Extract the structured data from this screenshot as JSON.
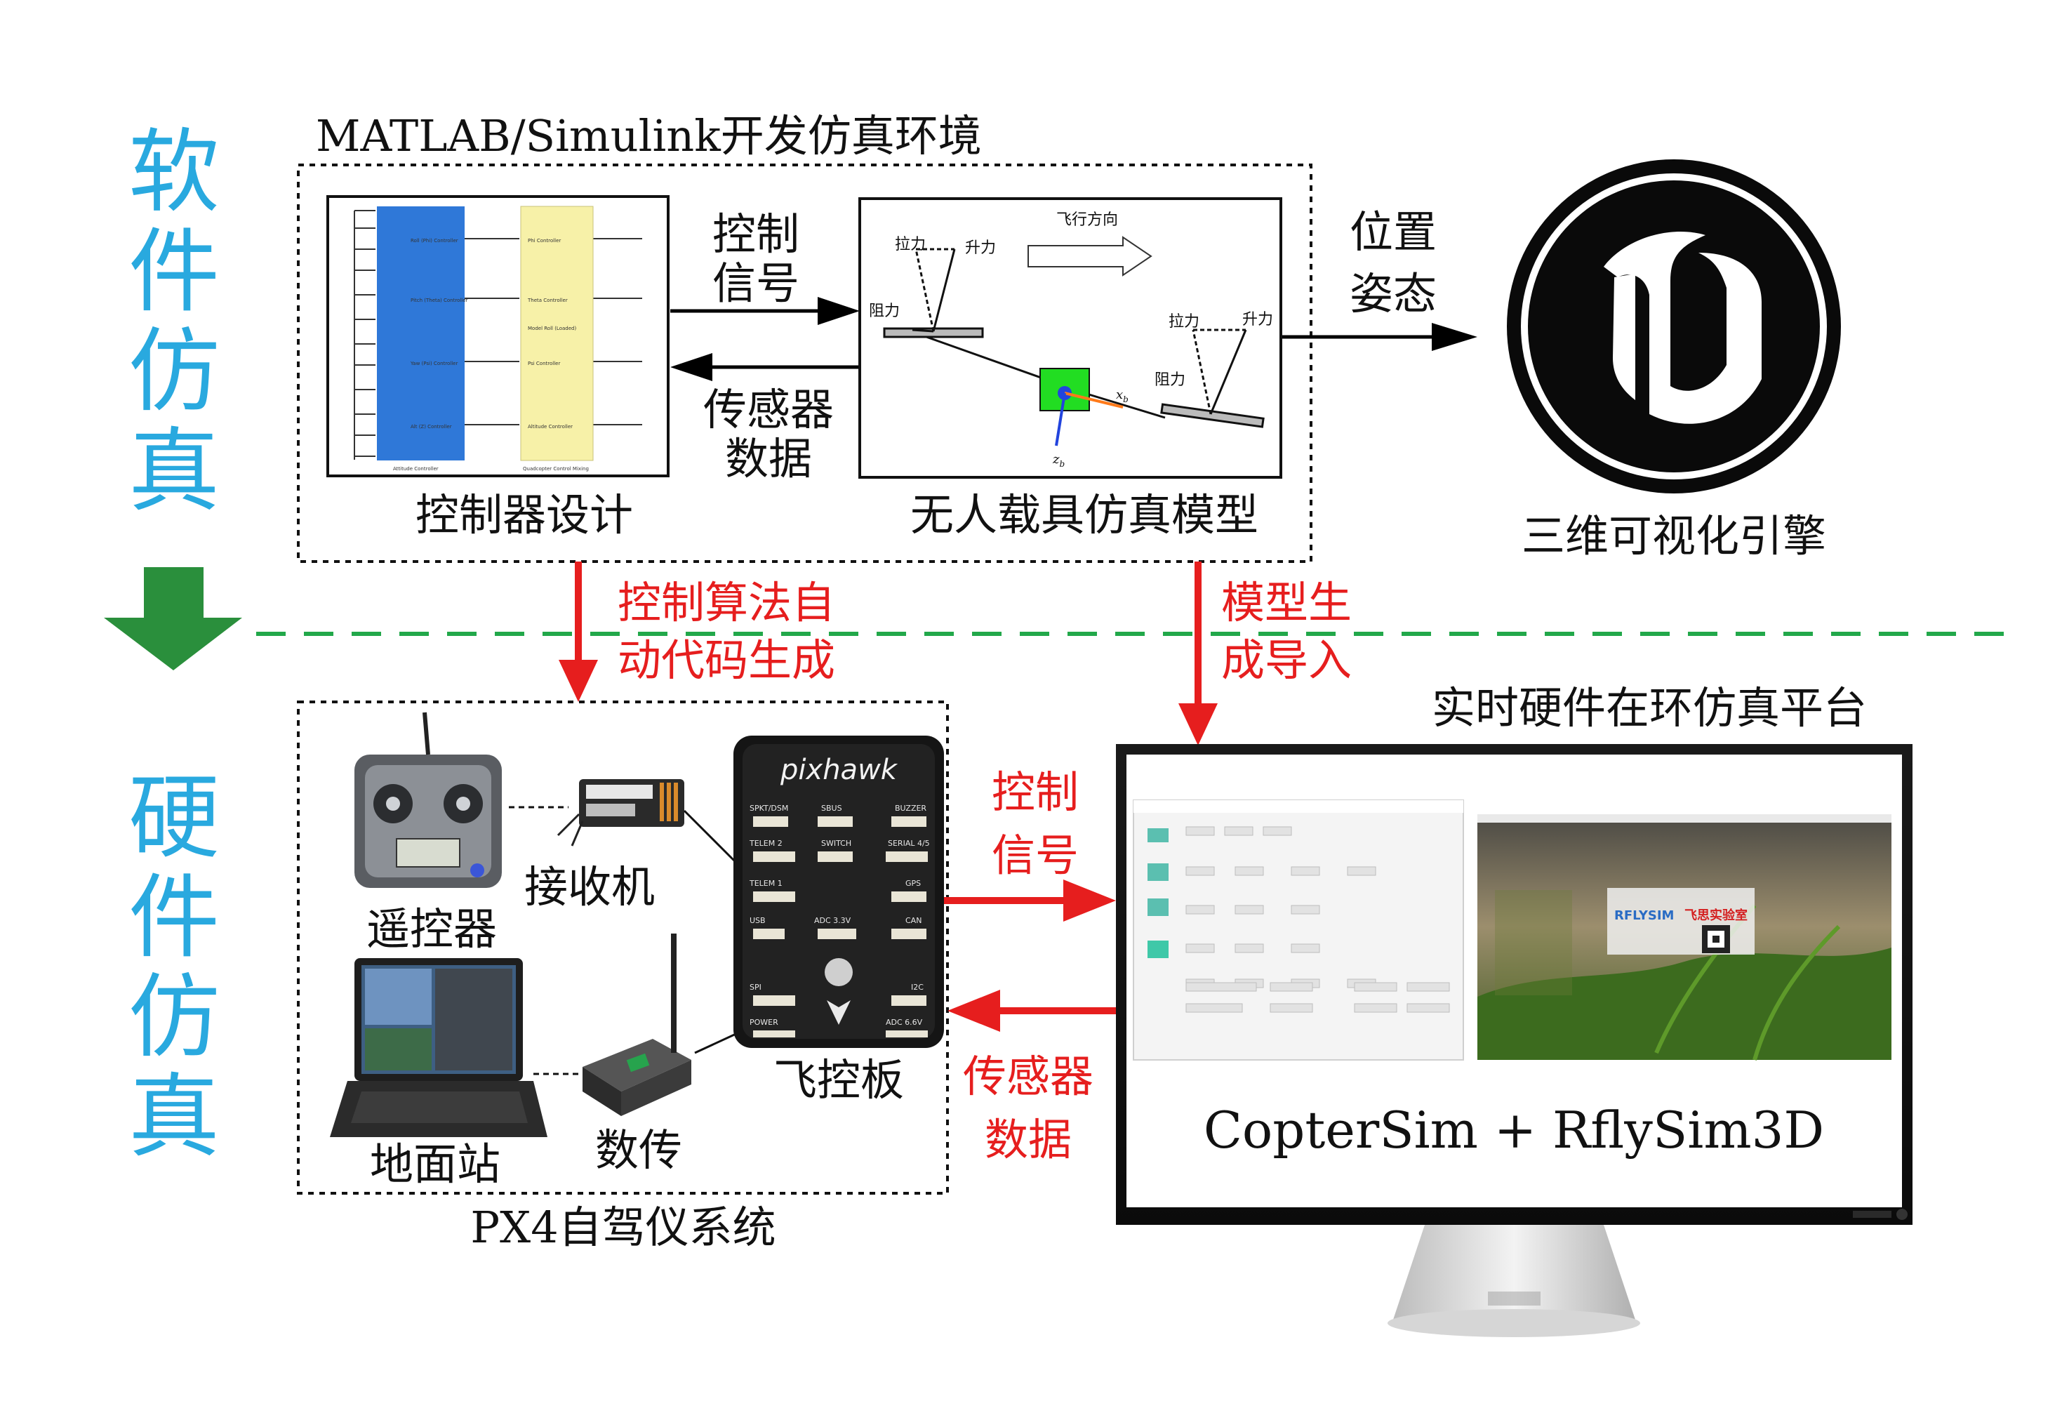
{
  "side_labels": {
    "software": "软件仿真",
    "hardware": "硬件仿真"
  },
  "matlab": {
    "title": "MATLAB/Simulink开发仿真环境",
    "controller_caption": "控制器设计",
    "uav_caption": "无人载具仿真模型",
    "control_signal": [
      "控制",
      "信号"
    ],
    "sensor_data": [
      "传感器",
      "数据"
    ],
    "simulink_blocks": {
      "left": [
        "Roll (Phi) Controller",
        "Pitch (Theta) Controller",
        "Yaw (Psi) Controller",
        "Alt (Z) Controller",
        "Attitude Controller"
      ],
      "right": [
        "Phi Controller",
        "Theta Controller",
        "Model Roll (Loaded)",
        "Psi Controller",
        "Altitude Controller",
        "Quadcopter Control Mixing"
      ]
    },
    "uav_model": {
      "direction": "飞行方向",
      "pull": "拉力",
      "lift": "升力",
      "drag": "阻力",
      "xb": "x",
      "zb": "z",
      "sub": "b"
    }
  },
  "engine": {
    "position_label": [
      "位置",
      "姿态"
    ],
    "caption": "三维可视化引擎"
  },
  "codegen": {
    "left": [
      "控制算法自",
      "动代码生成"
    ],
    "right": [
      "模型生",
      "成导入"
    ]
  },
  "px4": {
    "caption": "PX4自驾仪系统",
    "rc": "遥控器",
    "receiver": "接收机",
    "gcs": "地面站",
    "telemetry": "数传",
    "fc": "飞控板",
    "pixhawk_brand": "pixhawk",
    "ports": [
      "SPKT/DSM",
      "SBUS",
      "BUZZER",
      "TELEM 2",
      "SWITCH",
      "SERIAL 4/5",
      "TELEM 1",
      "GPS",
      "USB",
      "ADC 3.3V",
      "CAN",
      "SPI",
      "I2C",
      "POWER",
      "ADC 6.6V"
    ]
  },
  "hil": {
    "title": "实时硬件在环仿真平台",
    "control_signal": [
      "控制",
      "信号"
    ],
    "sensor_data": [
      "传感器",
      "数据"
    ],
    "monitor_label": "CopterSim + RflySim3D",
    "rflysim_logo": "RFLYSIM",
    "lab_logo": "飞思实验室"
  },
  "colors": {
    "cyan": "#29a9df",
    "red": "#e61e1e",
    "green": "#2a8f3c",
    "dash_green": "#22a84a",
    "simulink_blue": "#2f78d8",
    "simulink_yellow": "#f7f1a8"
  }
}
